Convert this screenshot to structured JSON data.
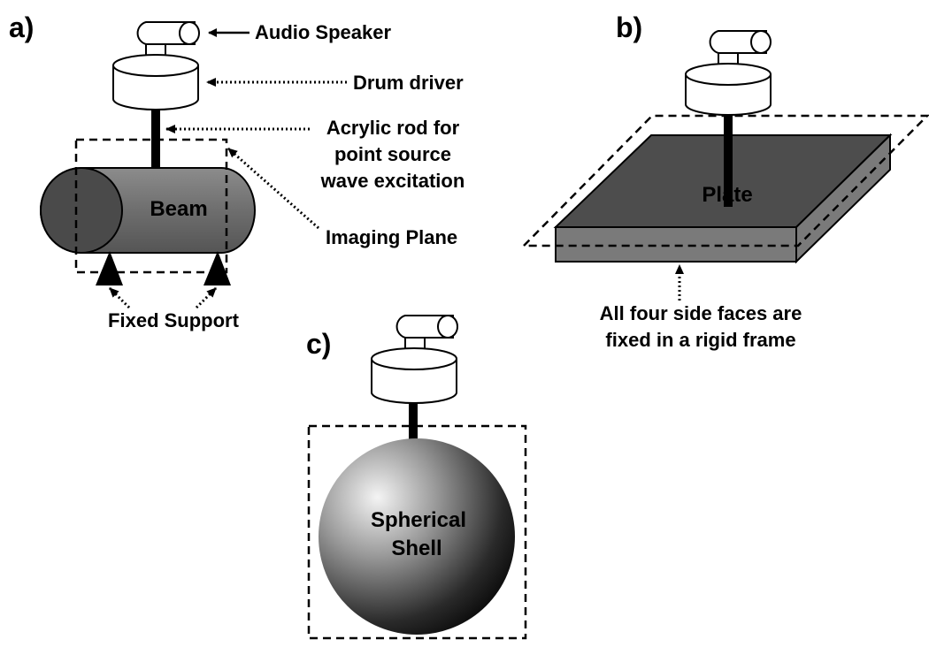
{
  "panels": {
    "a": {
      "panel_label": "a)",
      "speaker_label": "Audio Speaker",
      "driver_label": "Drum driver",
      "rod_label": [
        "Acrylic rod for",
        "point source",
        "wave excitation"
      ],
      "imaging_label": "Imaging  Plane",
      "beam_label": "Beam",
      "support_label": "Fixed Support"
    },
    "b": {
      "panel_label": "b)",
      "plate_label": "Plate",
      "fixed_note": [
        "All four side faces are",
        "fixed in a rigid frame"
      ]
    },
    "c": {
      "panel_label": "c)",
      "shell_label": [
        "Spherical",
        "Shell"
      ]
    }
  },
  "icons": {
    "speaker": "audio-speaker-icon",
    "driver": "drum-driver-icon"
  },
  "colors": {
    "beam_body": "#707070",
    "beam_end": "#4a4a4a",
    "plate_top": "#4d4d4d",
    "plate_side": "#7a7a7a",
    "sphere_highlight": "#f2f2f2",
    "sphere_shadow": "#000000"
  }
}
